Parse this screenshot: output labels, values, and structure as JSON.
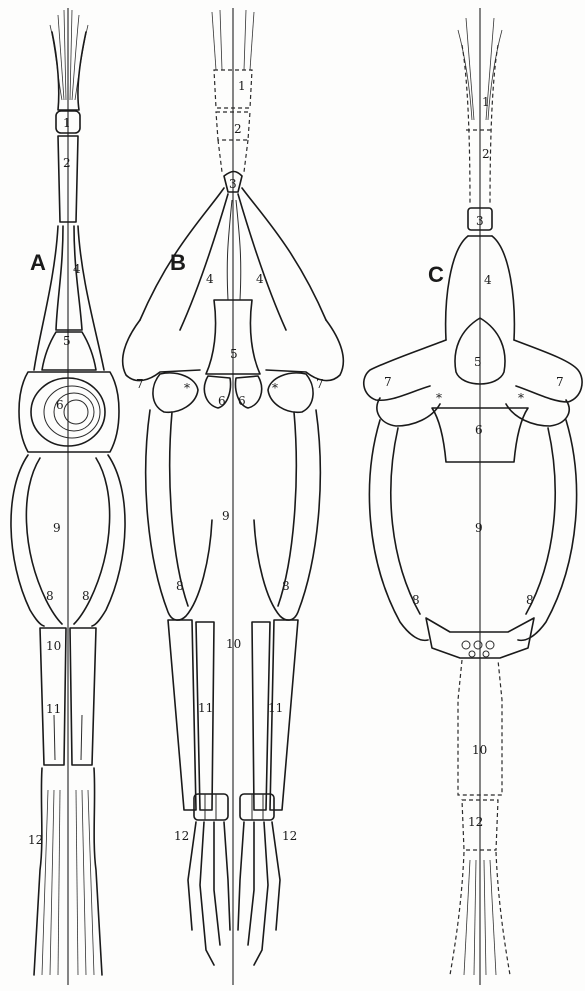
{
  "figure": {
    "panels": [
      {
        "letter": "A",
        "labels": {
          "l1": "1",
          "l2": "2",
          "l4": "4",
          "l5": "5",
          "l6": "6",
          "l8a": "8",
          "l8b": "8",
          "l9": "9",
          "l10": "10",
          "l11": "11",
          "l12": "12"
        }
      },
      {
        "letter": "B",
        "labels": {
          "l1": "1",
          "l2": "2",
          "l3": "3",
          "l4a": "4",
          "l4b": "4",
          "l5": "5",
          "l6a": "6",
          "l6b": "6",
          "l7a": "7",
          "l7b": "7",
          "star_a": "*",
          "star_b": "*",
          "l8a": "8",
          "l8b": "8",
          "l9": "9",
          "l10": "10",
          "l11a": "11",
          "l11b": "11",
          "l12a": "12",
          "l12b": "12"
        }
      },
      {
        "letter": "C",
        "labels": {
          "l1": "1",
          "l2": "2",
          "l3": "3",
          "l4": "4",
          "l5": "5",
          "l6": "6",
          "l7a": "7",
          "l7b": "7",
          "star_a": "*",
          "star_b": "*",
          "l8a": "8",
          "l8b": "8",
          "l9": "9",
          "l10": "10",
          "l12": "12"
        }
      }
    ]
  },
  "colors": {
    "line": "#1a1a1a",
    "paper": "#fdfdfc"
  }
}
